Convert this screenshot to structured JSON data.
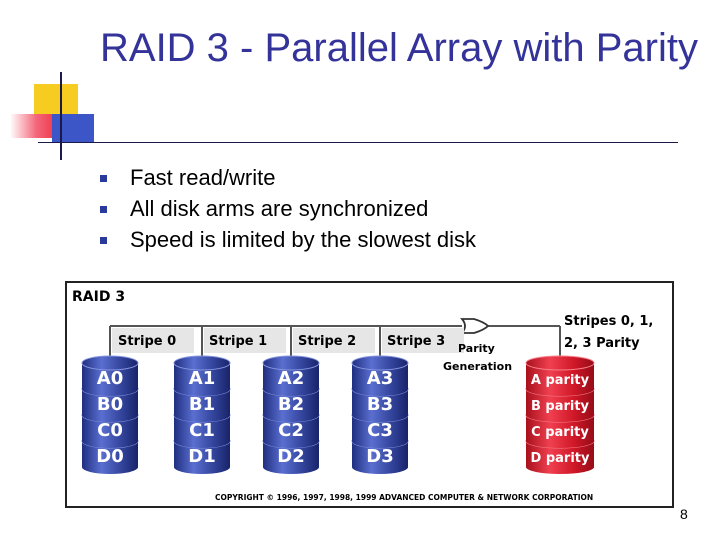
{
  "slide": {
    "title": "RAID 3 - Parallel Array with Parity",
    "bullets": [
      "Fast read/write",
      "All disk arms are synchronized",
      "Speed is limited by the slowest disk"
    ],
    "page_number": "8"
  },
  "figure": {
    "heading": "RAID 3",
    "stripes": [
      "Stripe 0",
      "Stripe 1",
      "Stripe 2",
      "Stripe 3"
    ],
    "disks": [
      [
        "A0",
        "B0",
        "C0",
        "D0"
      ],
      [
        "A1",
        "B1",
        "C1",
        "D1"
      ],
      [
        "A2",
        "B2",
        "C2",
        "D2"
      ],
      [
        "A3",
        "B3",
        "C3",
        "D3"
      ]
    ],
    "parity_disk": [
      "A parity",
      "B parity",
      "C parity",
      "D parity"
    ],
    "parity_label_1": "Parity",
    "parity_label_2": "Generation",
    "parity_stripes_line1": "Stripes 0, 1,",
    "parity_stripes_line2": "2, 3 Parity",
    "copyright": "COPYRIGHT © 1996, 1997, 1998, 1999 ADVANCED COMPUTER & NETWORK CORPORATION",
    "colors": {
      "data_disk": "#3b4fae",
      "parity_disk": "#dd1e2e",
      "stripe_box": "#e6e6e6",
      "title": "#333399"
    }
  }
}
